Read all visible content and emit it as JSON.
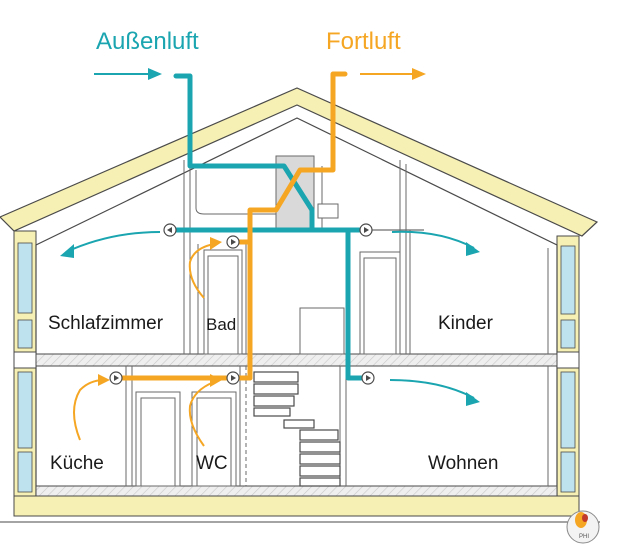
{
  "labels": {
    "outdoor_air": "Außenluft",
    "exhaust_air": "Fortluft"
  },
  "rooms": {
    "bedroom": "Schlafzimmer",
    "bath": "Bad",
    "kids": "Kinder",
    "kitchen": "Küche",
    "wc": "WC",
    "living": "Wohnen"
  },
  "logo_text": "PHI",
  "colors": {
    "fresh_air": "#1aa5b0",
    "exhaust_air": "#f5a623",
    "insulation": "#f6f0b4",
    "outline": "#4a4a4a",
    "window_glass": "#bfe3ee"
  }
}
